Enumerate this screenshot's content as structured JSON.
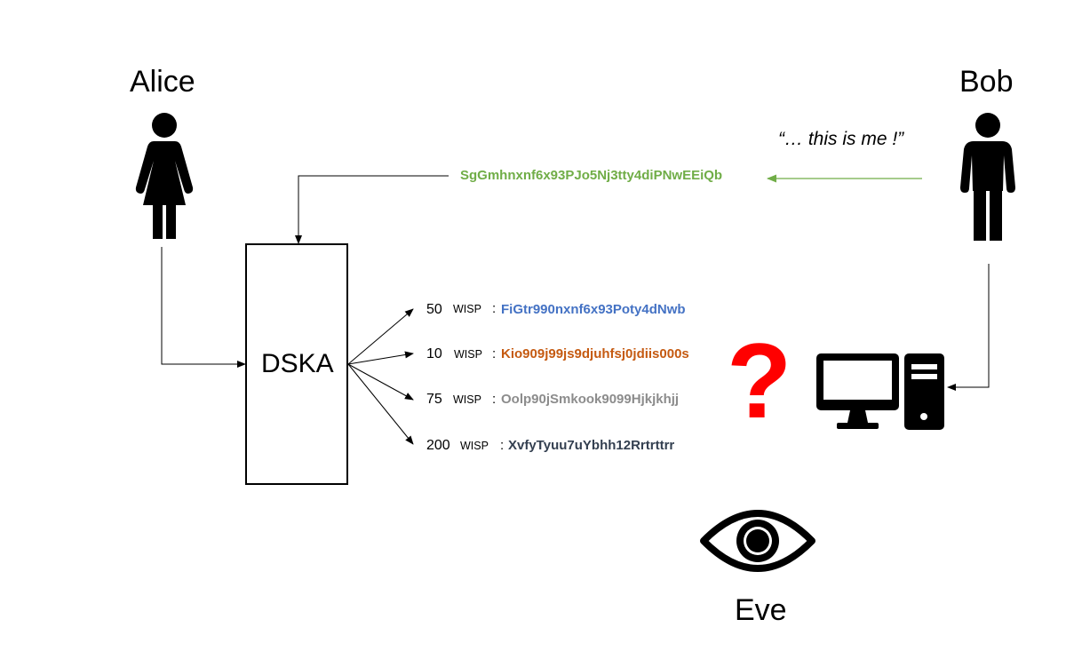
{
  "actors": {
    "alice": "Alice",
    "bob": "Bob",
    "eve": "Eve"
  },
  "bob_quote": "“… this is me !”",
  "secret_key": "SgGmhnxnf6x93PJo5Nj3tty4diPNwEEiQb",
  "box_label": "DSKA",
  "question_mark": "?",
  "outputs": [
    {
      "amount": "50",
      "unit": "WISP",
      "colon": ":",
      "key": "FiGtr990nxnf6x93Poty4dNwb",
      "color": "#4472c4"
    },
    {
      "amount": "10",
      "unit": "WISP",
      "colon": ":",
      "key": "Kio909j99js9djuhfsj0jdiis000s",
      "color": "#c55a11"
    },
    {
      "amount": "75",
      "unit": "WISP",
      "colon": ":",
      "key": "Oolp90jSmkook9099Hjkjkhjj",
      "color": "#8c8c8c"
    },
    {
      "amount": "200",
      "unit": "WISP",
      "colon": ":",
      "key": "XvfyTyuu7uYbhh12Rrtrttrr",
      "color": "#333f50"
    }
  ],
  "colors": {
    "secret_key": "#70ad47",
    "question_mark": "#ff0000"
  },
  "icons": [
    "woman-icon",
    "man-icon",
    "computer-icon",
    "eye-icon"
  ]
}
